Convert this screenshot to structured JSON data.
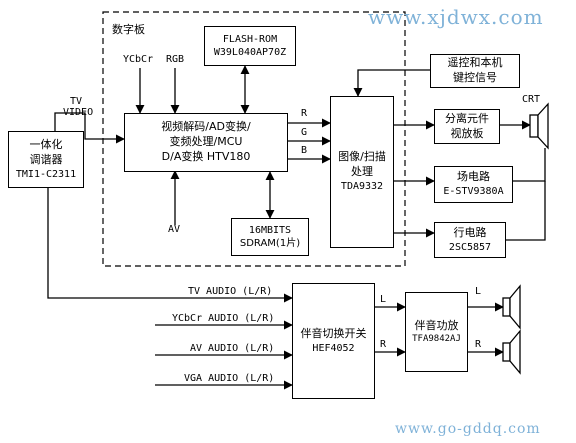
{
  "watermarks": {
    "top": "www.xjdwx.com",
    "bottom": "www.go-gddq.com"
  },
  "digital_board": {
    "title": "数字板"
  },
  "inputs": {
    "ycbcr": "YCbCr",
    "rgb": "RGB",
    "av": "AV",
    "tv_video": [
      "TV",
      "VIDEO"
    ]
  },
  "tuner": {
    "lines": [
      "一体化",
      "调谐器",
      "TMI1-C2311"
    ]
  },
  "video_proc": {
    "lines": [
      "视频解码/AD变换/",
      "变频处理/MCU",
      "D/A变换    HTV180"
    ]
  },
  "flash": {
    "lines": [
      "FLASH-ROM",
      "W39L040AP70Z"
    ]
  },
  "sdram": {
    "lines": [
      "16MBITS",
      "SDRAM(1片)"
    ]
  },
  "rgb_signals": [
    "R",
    "G",
    "B"
  ],
  "image_proc": {
    "lines": [
      "图像/扫描",
      "处理",
      "TDA9332"
    ]
  },
  "remote": {
    "lines": [
      "遥控和本机",
      "键控信号"
    ]
  },
  "separate": {
    "lines": [
      "分离元件",
      "视放板"
    ]
  },
  "field": {
    "lines": [
      "场电路",
      "E-STV9380A"
    ]
  },
  "line_circuit": {
    "lines": [
      "行电路",
      "2SC5857"
    ]
  },
  "crt": {
    "label": "CRT"
  },
  "audio_inputs": [
    "TV AUDIO (L/R)",
    "YCbCr AUDIO (L/R)",
    "AV AUDIO (L/R)",
    "VGA AUDIO (L/R)"
  ],
  "audio_switch": {
    "lines": [
      "伴音切换开关",
      "HEF4052"
    ]
  },
  "audio_amp": {
    "lines": [
      "伴音功放",
      "TFA9842AJ"
    ]
  },
  "lr": {
    "left": "L",
    "right": "R"
  }
}
